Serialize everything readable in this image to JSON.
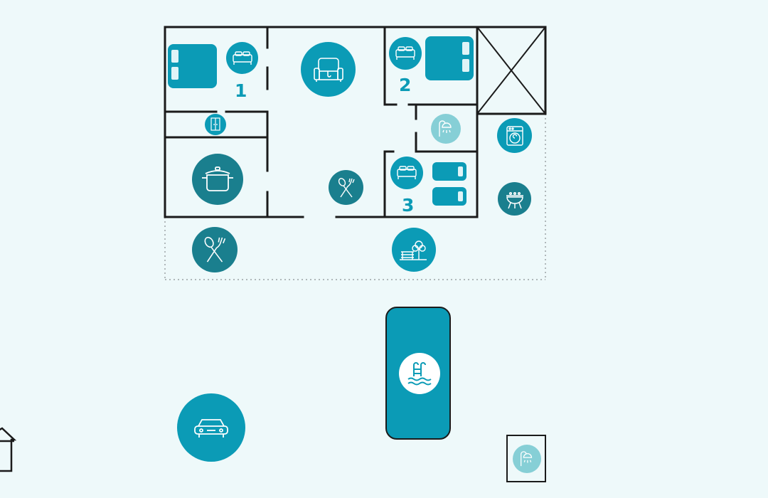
{
  "rooms": [
    {
      "number": "1"
    },
    {
      "number": "2"
    },
    {
      "number": "3"
    }
  ],
  "icons": {
    "bedroom": "double-bed-icon",
    "wardrobe": "wardrobe-icon",
    "living": "armchair-icon",
    "kitchen": "cooking-pot-icon",
    "dining": "fork-spoon-icon",
    "shower": "shower-icon",
    "laundry": "washing-machine-icon",
    "bbq": "barbecue-grill-icon",
    "garden": "garden-bench-tree-icon",
    "pool": "pool-ladder-icon",
    "parking": "car-icon",
    "house": "house-icon"
  },
  "colors": {
    "background": "#eef9fa",
    "accent": "#0b9bb6",
    "accent_dark": "#1a7f8e",
    "accent_light": "#86cfd6",
    "wall": "#1b1b1b"
  }
}
